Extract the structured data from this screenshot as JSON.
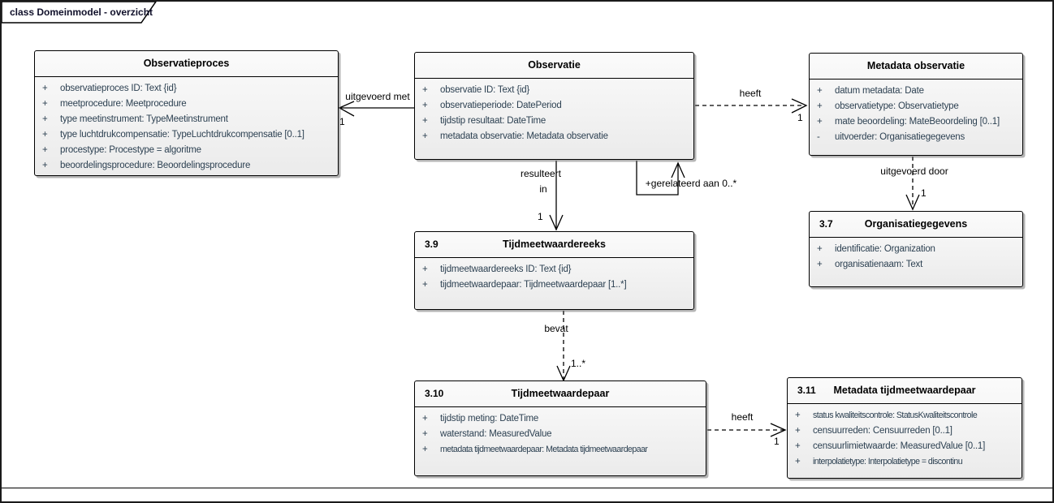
{
  "frame": {
    "tab_label": "class Domeinmodel - overzicht"
  },
  "colors": {
    "box_border": "#000000",
    "box_fill": "#f0f0f0",
    "attribute_text": "#2d4152",
    "title_text": "#000000"
  },
  "classes": [
    {
      "number": "",
      "title": "Observatieproces",
      "attributes": [
        {
          "vis": "+",
          "text": "observatieproces ID: Text {id}"
        },
        {
          "vis": "+",
          "text": "meetprocedure: Meetprocedure"
        },
        {
          "vis": "+",
          "text": "type meetinstrument: TypeMeetinstrument"
        },
        {
          "vis": "+",
          "text": "type luchtdrukcompensatie: TypeLuchtdrukcompensatie [0..1]"
        },
        {
          "vis": "+",
          "text": "procestype: Procestype = algoritme"
        },
        {
          "vis": "+",
          "text": "beoordelingsprocedure: Beoordelingsprocedure"
        }
      ]
    },
    {
      "number": "",
      "title": "Observatie",
      "attributes": [
        {
          "vis": "+",
          "text": "observatie ID: Text {id}"
        },
        {
          "vis": "+",
          "text": "observatieperiode: DatePeriod"
        },
        {
          "vis": "+",
          "text": "tijdstip resultaat: DateTime"
        },
        {
          "vis": "+",
          "text": "metadata observatie: Metadata observatie"
        }
      ]
    },
    {
      "number": "",
      "title": "Metadata observatie",
      "attributes": [
        {
          "vis": "+",
          "text": "datum metadata: Date"
        },
        {
          "vis": "+",
          "text": "observatietype: Observatietype"
        },
        {
          "vis": "+",
          "text": "mate beoordeling: MateBeoordeling [0..1]"
        },
        {
          "vis": "-",
          "text": "uitvoerder: Organisatiegegevens"
        }
      ]
    },
    {
      "number": "3.9",
      "title": "Tijdmeetwaardereeks",
      "attributes": [
        {
          "vis": "+",
          "text": "tijdmeetwaardereeks ID: Text {id}"
        },
        {
          "vis": "+",
          "text": "tijdmeetwaardepaar: Tijdmeetwaardepaar [1..*]"
        }
      ]
    },
    {
      "number": "3.7",
      "title": "Organisatiegegevens",
      "attributes": [
        {
          "vis": "+",
          "text": "identificatie: Organization"
        },
        {
          "vis": "+",
          "text": "organisatienaam: Text"
        }
      ]
    },
    {
      "number": "3.10",
      "title": "Tijdmeetwaardepaar",
      "attributes": [
        {
          "vis": "+",
          "text": "tijdstip meting: DateTime"
        },
        {
          "vis": "+",
          "text": "waterstand: MeasuredValue"
        },
        {
          "vis": "+",
          "text": "metadata tijdmeetwaardepaar: Metadata tijdmeetwaardepaar"
        }
      ]
    },
    {
      "number": "3.11",
      "title": "Metadata tijdmeetwaardepaar",
      "attributes": [
        {
          "vis": "+",
          "text": "status kwaliteitscontrole: StatusKwaliteitscontrole"
        },
        {
          "vis": "+",
          "text": "censuurreden: Censuurreden [0..1]"
        },
        {
          "vis": "+",
          "text": "censuurlimietwaarde: MeasuredValue [0..1]"
        },
        {
          "vis": "+",
          "text": "interpolatietype: Interpolatietype = discontinu"
        }
      ]
    }
  ],
  "connectors": {
    "uitgevoerd_met": {
      "label": "uitgevoerd met",
      "mult": "1"
    },
    "heeft_observatie": {
      "label": "heeft",
      "mult": "1"
    },
    "resulteert": {
      "label_line1": "resulteert",
      "label_line2": "in",
      "mult": "1"
    },
    "gerelateerd": {
      "label": "+gerelateerd aan 0..*"
    },
    "uitgevoerd_door": {
      "label": "uitgevoerd door",
      "mult": "1"
    },
    "bevat": {
      "label": "bevat",
      "mult": "1..*"
    },
    "heeft_paar": {
      "label": "heeft",
      "mult": "1"
    }
  }
}
